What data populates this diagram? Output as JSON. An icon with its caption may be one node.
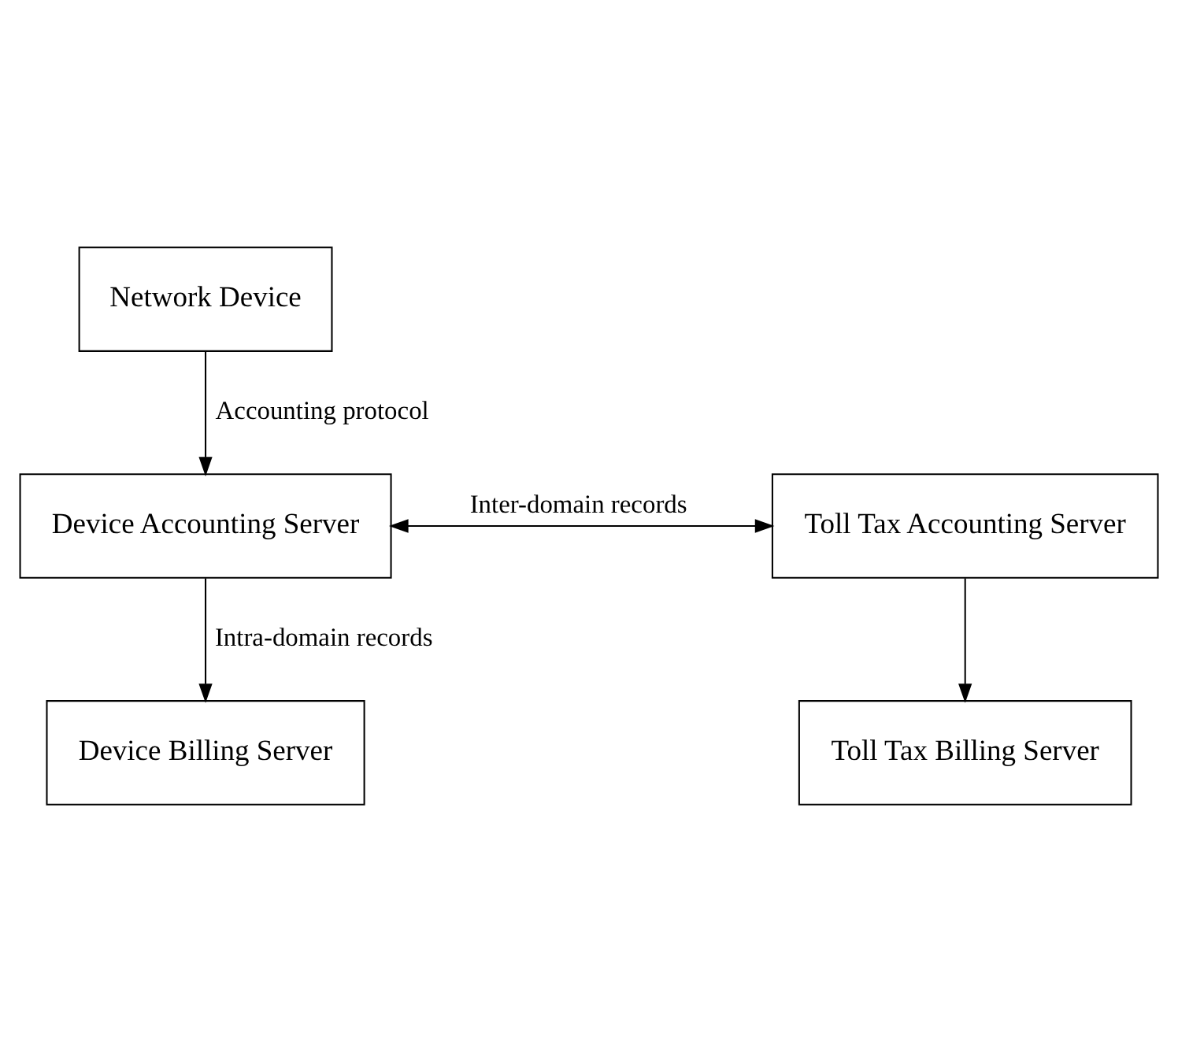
{
  "diagram": {
    "nodes": [
      {
        "text": [
          "Network Device"
        ]
      },
      {
        "text": [
          "Device Accounting Server"
        ]
      },
      {
        "text": [
          "Toll Tax Accounting Server"
        ]
      },
      {
        "text": [
          "Device Billing Server"
        ]
      },
      {
        "text": [
          "Toll Tax Billing Server"
        ]
      }
    ],
    "edges": [
      {
        "from": 0,
        "to": 1,
        "arrow": "to",
        "label": "Accounting protocol"
      },
      {
        "from": 1,
        "to": 2,
        "arrow": "both",
        "label": "Inter-domain records"
      },
      {
        "from": 1,
        "to": 3,
        "arrow": "to",
        "label": "Intra-domain records"
      },
      {
        "from": 2,
        "to": 4,
        "arrow": "to"
      }
    ]
  }
}
